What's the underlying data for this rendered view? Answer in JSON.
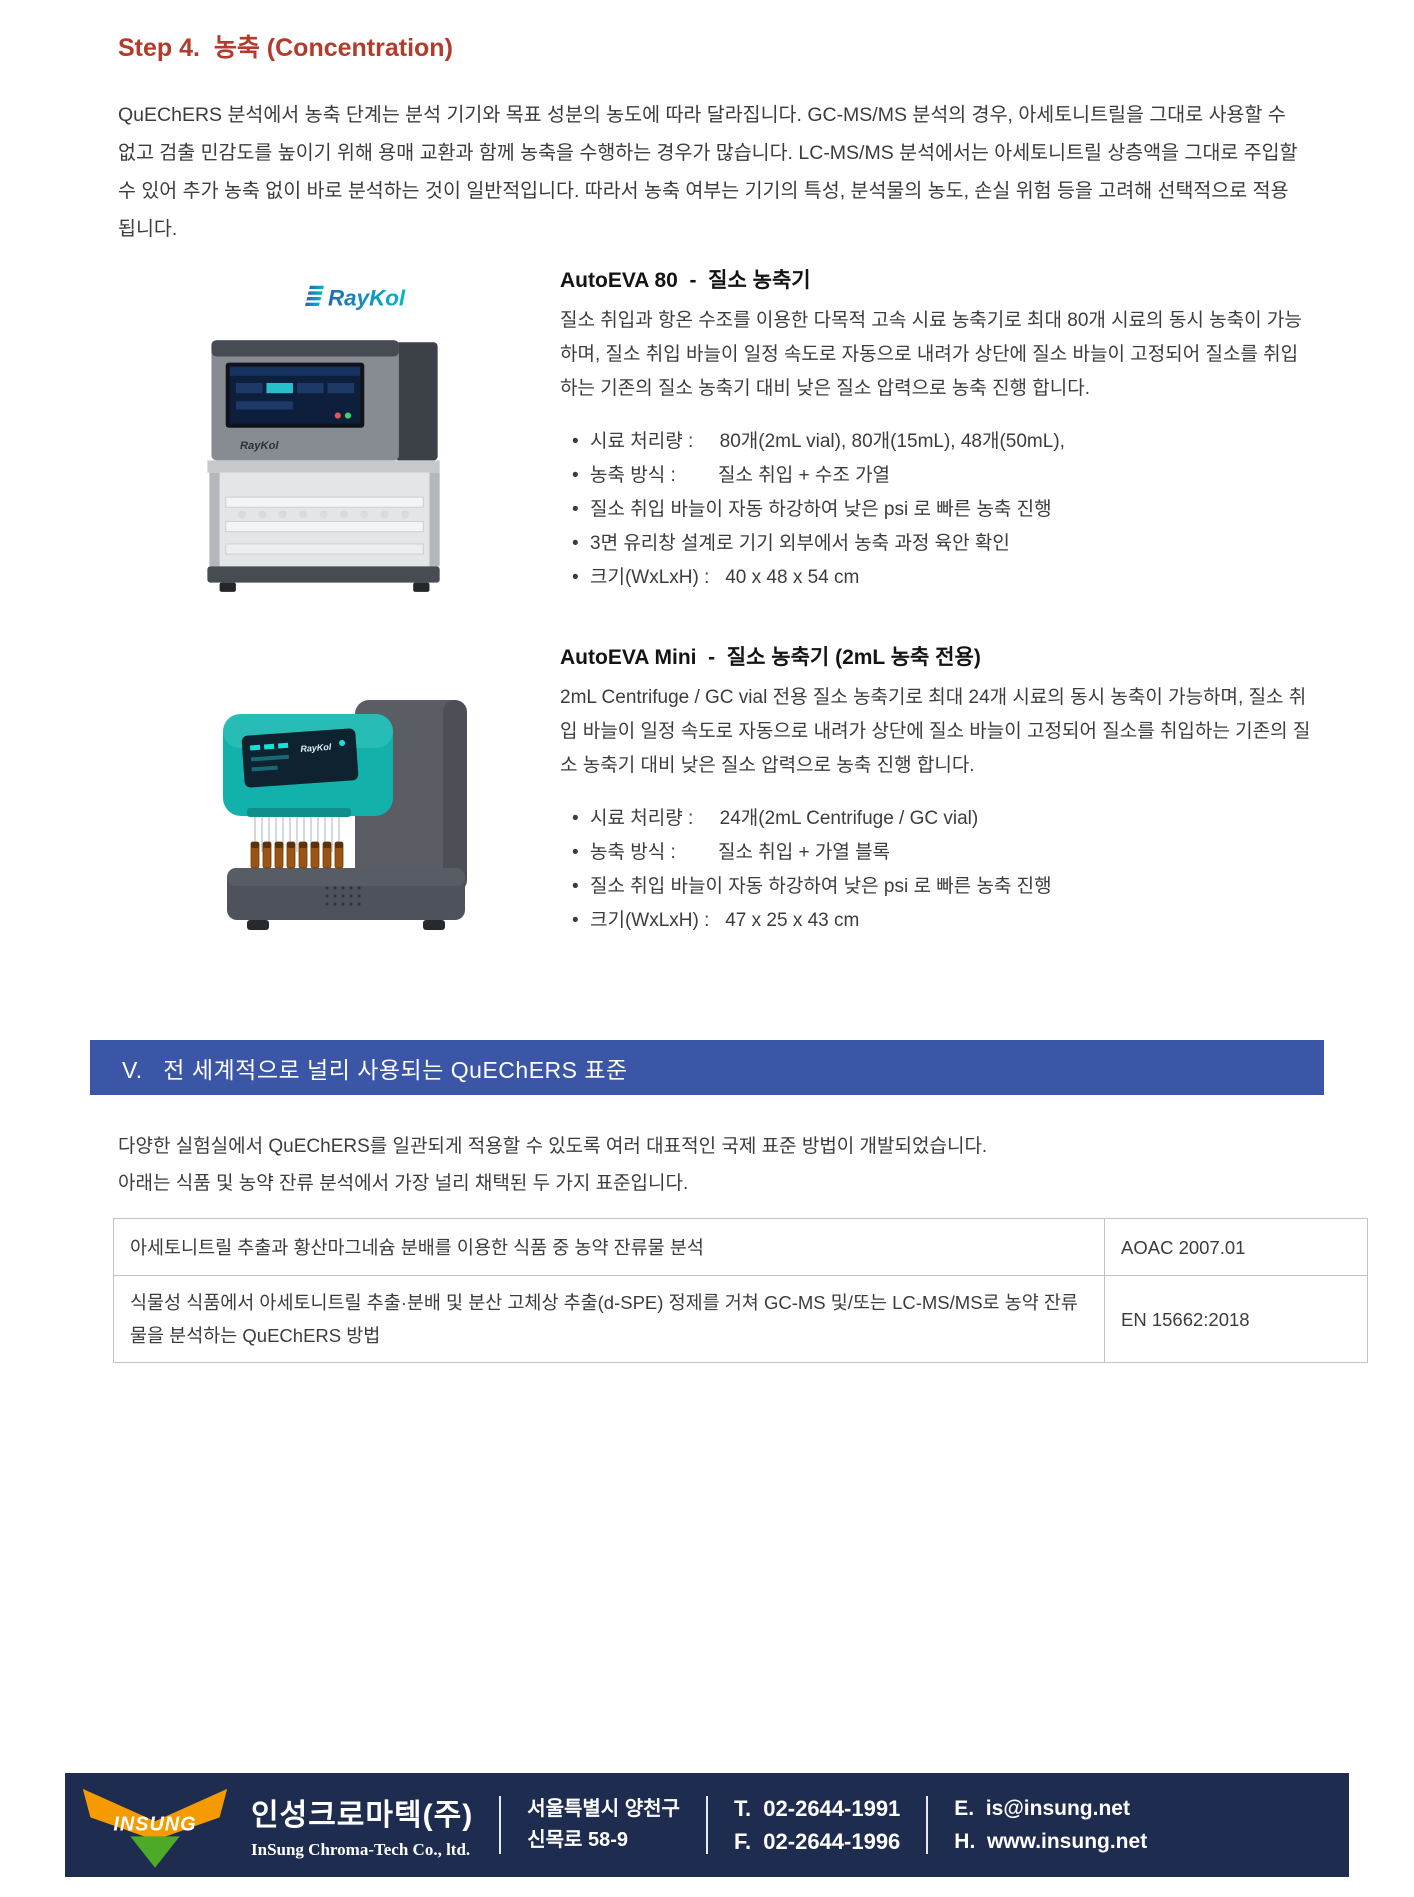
{
  "heading": "Step 4.  농축 (Concentration)",
  "intro": "QuEChERS 분석에서 농축 단계는 분석 기기와 목표 성분의 농도에 따라 달라집니다. GC-MS/MS 분석의 경우, 아세토니트릴을 그대로 사용할 수 없고 검출 민감도를 높이기 위해 용매 교환과 함께 농축을 수행하는 경우가 많습니다. LC-MS/MS 분석에서는 아세토니트릴 상층액을 그대로 주입할 수 있어 추가 농축 없이 바로 분석하는 것이 일반적입니다. 따라서 농축 여부는 기기의 특성, 분석물의 농도, 손실 위험 등을 고려해 선택적으로 적용됩니다.",
  "brand": {
    "name": "RayKol"
  },
  "products": [
    {
      "title": "AutoEVA 80  -  질소 농축기",
      "description": "질소 취입과 항온 수조를 이용한 다목적 고속 시료 농축기로 최대 80개 시료의 동시 농축이 가능하며, 질소 취입 바늘이 일정 속도로 자동으로 내려가 상단에 질소 바늘이 고정되어 질소를 취입하는 기존의 질소 농축기 대비 낮은 질소 압력으로 농축 진행 합니다.",
      "bullets": [
        "시료 처리량 :     80개(2mL vial), 80개(15mL), 48개(50mL),",
        "농축 방식 :        질소 취입 + 수조 가열",
        "질소 취입 바늘이 자동 하강하여 낮은 psi 로 빠른 농축 진행",
        "3면 유리창 설계로 기기 외부에서 농축 과정 육안 확인",
        "크기(WxLxH) :   40 x 48 x 54 cm"
      ]
    },
    {
      "title": "AutoEVA Mini  -  질소 농축기 (2mL 농축 전용)",
      "description": "2mL Centrifuge / GC vial 전용 질소 농축기로 최대 24개 시료의 동시 농축이 가능하며, 질소 취입 바늘이 일정 속도로 자동으로 내려가 상단에 질소 바늘이 고정되어 질소를 취입하는 기존의 질소 농축기 대비 낮은 질소 압력으로 농축 진행 합니다.",
      "bullets": [
        "시료 처리량 :     24개(2mL Centrifuge / GC vial)",
        "농축 방식 :        질소 취입 + 가열 블록",
        "질소 취입 바늘이 자동 하강하여 낮은 psi 로 빠른 농축 진행",
        "크기(WxLxH) :   47 x 25 x 43 cm"
      ]
    }
  ],
  "section_v": {
    "title": "V.   전 세계적으로 널리 사용되는 QuEChERS 표준",
    "paragraph_line1": "다양한 실험실에서 QuEChERS를 일관되게 적용할 수 있도록 여러 대표적인 국제 표준 방법이 개발되었습니다.",
    "paragraph_line2": "아래는 식품 및 농약 잔류 분석에서 가장 널리 채택된 두 가지 표준입니다.",
    "table": {
      "rows": [
        {
          "description": "아세토니트릴 추출과 황산마그네슘 분배를 이용한 식품 중 농약 잔류물 분석",
          "standard": "AOAC 2007.01"
        },
        {
          "description": "식물성 식품에서 아세토니트릴 추출·분배 및 분산 고체상 추출(d-SPE) 정제를 거쳐 GC-MS 및/또는 LC-MS/MS로 농약 잔류물을 분석하는 QuEChERS 방법",
          "standard": "EN 15662:2018"
        }
      ]
    }
  },
  "footer": {
    "logo_text": "INSUNG",
    "company_kr": "인성크로마텍(주)",
    "company_en": "InSung Chroma-Tech Co., ltd.",
    "address_line1": "서울특별시 양천구",
    "address_line2": "신목로 58-9",
    "tel": "T.  02-2644-1991",
    "fax": "F.  02-2644-1996",
    "email": "E.  is@insung.net",
    "homepage": "H.  www.insung.net"
  }
}
